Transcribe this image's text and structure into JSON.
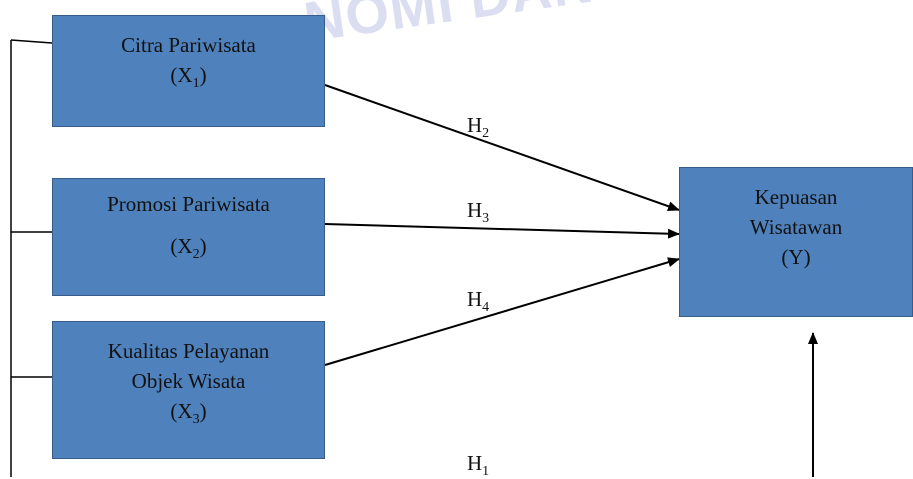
{
  "watermark": "NOMI DAN BISN",
  "nodes": {
    "x1": {
      "title": "Citra Pariwisata",
      "var": "X",
      "sub": "1"
    },
    "x2": {
      "title": "Promosi Pariwisata",
      "var": "X",
      "sub": "2"
    },
    "x3": {
      "title_line1": "Kualitas Pelayanan",
      "title_line2": "Objek Wisata",
      "var": "X",
      "sub": "3"
    },
    "y": {
      "title_line1": "Kepuasan",
      "title_line2": "Wisatawan",
      "var": "(Y)"
    }
  },
  "hypotheses": {
    "h1": {
      "letter": "H",
      "sub": "1"
    },
    "h2": {
      "letter": "H",
      "sub": "2"
    },
    "h3": {
      "letter": "H",
      "sub": "3"
    },
    "h4": {
      "letter": "H",
      "sub": "4"
    }
  },
  "colors": {
    "box_fill": "#4f81bd",
    "box_border": "#385d8a",
    "line": "#000000",
    "watermark": "#d6dbef"
  }
}
